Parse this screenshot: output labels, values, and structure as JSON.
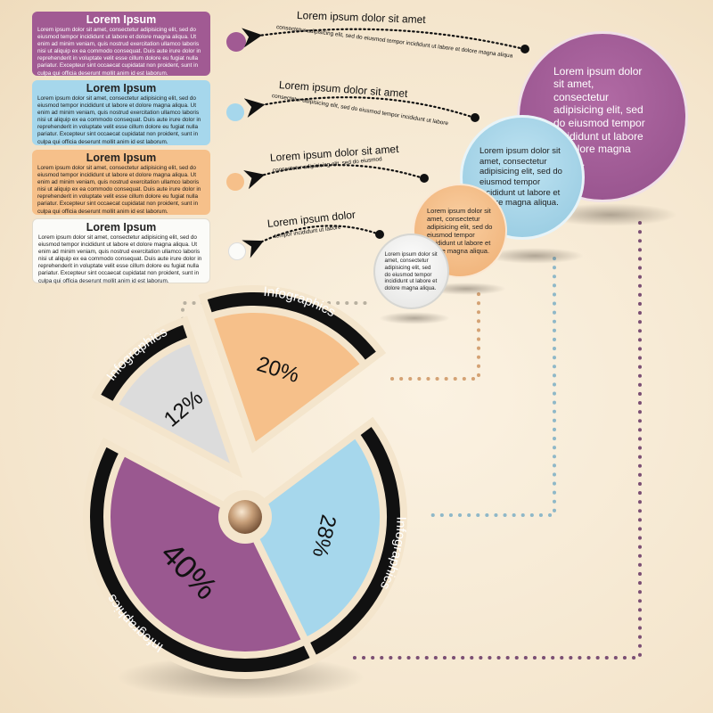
{
  "cards": [
    {
      "title": "Lorem Ipsum",
      "body": "Lorem ipsum dolor sit amet, consectetur adipisicing elit, sed do eiusmod tempor incididunt ut labore et dolore magna aliqua. Ut enim ad minim veniam, quis nostrud exercitation ullamco laboris nisi ut aliquip ex ea commodo consequat. Duis aute irure dolor in reprehenderit in voluptate velit esse cillum dolore eu fugiat nulla pariatur. Excepteur sint occaecat cupidatat non proident, sunt in culpa qui officia deserunt mollit anim id est laborum.",
      "color": "#a15a93"
    },
    {
      "title": "Lorem Ipsum",
      "body": "Lorem ipsum dolor sit amet, consectetur adipisicing elit, sed do eiusmod tempor incididunt ut labore et dolore magna aliqua. Ut enim ad minim veniam, quis nostrud exercitation ullamco laboris nisi ut aliquip ex ea commodo consequat. Duis aute irure dolor in reprehenderit in voluptate velit esse cillum dolore eu fugiat nulla pariatur. Excepteur sint occaecat cupidatat non proident, sunt in culpa qui officia deserunt mollit anim id est laborum.",
      "color": "#a6d7ec"
    },
    {
      "title": "Lorem Ipsum",
      "body": "Lorem ipsum dolor sit amet, consectetur adipisicing elit, sed do eiusmod tempor incididunt ut labore et dolore magna aliqua. Ut enim ad minim veniam, quis nostrud exercitation ullamco laboris nisi ut aliquip ex ea commodo consequat. Duis aute irure dolor in reprehenderit in voluptate velit esse cillum dolore eu fugiat nulla pariatur. Excepteur sint occaecat cupidatat non proident, sunt in culpa qui officia deserunt mollit anim id est laborum.",
      "color": "#f6c08a"
    },
    {
      "title": "Lorem Ipsum",
      "body": "Lorem ipsum dolor sit amet, consectetur adipisicing elit, sed do eiusmod tempor incididunt ut labore et dolore magna aliqua. Ut enim ad minim veniam, quis nostrud exercitation ullamco laboris nisi ut aliquip ex ea commodo consequat. Duis aute irure dolor in reprehenderit in voluptate velit esse cillum dolore eu fugiat nulla pariatur. Excepteur sint occaecat cupidatat non proident, sunt in culpa qui officia deserunt mollit anim id est laborum.",
      "color": "#fbfbf8"
    }
  ],
  "callouts": [
    {
      "title": "Lorem ipsum dolor sit amet",
      "sub": "consectetur adipisicing elit, sed do eiusmod tempor incididunt ut labore et dolore magna aliqua"
    },
    {
      "title": "Lorem ipsum dolor sit amet",
      "sub": "consectetur adipisicing elit, sed do eiusmod tempor incididunt ut labore"
    },
    {
      "title": "Lorem ipsum dolor sit amet",
      "sub": "consectetur adipisicing elit, sed do eiusmod"
    },
    {
      "title": "Lorem ipsum dolor",
      "sub": "tempor incididunt ut labore"
    }
  ],
  "bubbles": [
    {
      "text": "Lorem ipsum dolor sit amet, consectetur adipisicing elit, sed do eiusmod tempor incididunt ut labore et dolore magna aliqua.",
      "color": "#a15a93"
    },
    {
      "text": "Lorem ipsum dolor sit amet, consectetur adipisicing elit, sed do eiusmod tempor incididunt ut labore et dolore magna aliqua.",
      "color": "#a6d7ec"
    },
    {
      "text": "Lorem ipsum dolor sit amet, consectetur adipisicing elit, sed do eiusmod tempor incididunt ut labore et dolore magna aliqua.",
      "color": "#f6c08a"
    },
    {
      "text": "Lorem ipsum dolor sit amet, consectetur adipisicing elit, sed do eiusmod tempor incididunt ut labore et dolore magna aliqua.",
      "color": "#f2f2f0"
    }
  ],
  "chart_data": {
    "type": "pie",
    "ring_label": "Infographics",
    "slices": [
      {
        "label": "40%",
        "value": 40,
        "color": "#9a5890"
      },
      {
        "label": "12%",
        "value": 12,
        "color": "#dcdcdc"
      },
      {
        "label": "20%",
        "value": 20,
        "color": "#f6c08a"
      },
      {
        "label": "28%",
        "value": 28,
        "color": "#a6d7ec"
      }
    ]
  }
}
